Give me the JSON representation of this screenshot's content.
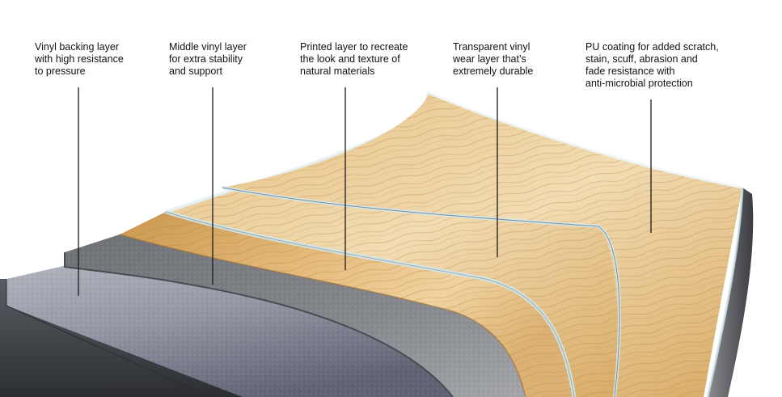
{
  "callouts": [
    {
      "id": "vinyl-backing-layer",
      "lines": [
        "Vinyl backing layer",
        "with high resistance",
        "to pressure"
      ]
    },
    {
      "id": "middle-vinyl-layer",
      "lines": [
        "Middle vinyl layer",
        "for extra stability",
        "and support"
      ]
    },
    {
      "id": "printed-layer",
      "lines": [
        "Printed layer to recreate",
        "the look and texture of",
        "natural materials"
      ]
    },
    {
      "id": "transparent-wear-layer",
      "lines": [
        "Transparent vinyl",
        "wear layer that’s",
        "extremely durable"
      ]
    },
    {
      "id": "pu-coating",
      "lines": [
        "PU coating for added scratch,",
        "stain, scuff, abrasion and",
        "fade resistance with",
        "anti-microbial protection"
      ]
    }
  ],
  "colors": {
    "text": "#111111",
    "leader_line": "#1a1a1a",
    "backing_top": "#9aa0ad",
    "backing_side": "#3c3f45",
    "middle_vinyl": "#7b7d82",
    "wood_light": "#e7c48e",
    "wood_dark": "#c8964f",
    "wear_glass": "#cfe3ea"
  }
}
